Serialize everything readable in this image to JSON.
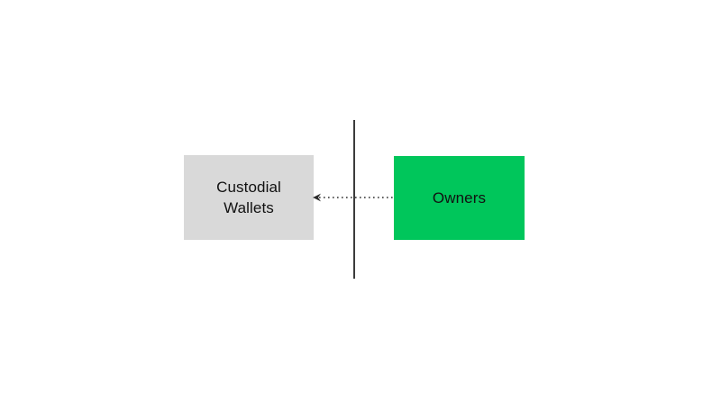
{
  "page": {
    "background": "#FFFFFF"
  },
  "diagram": {
    "nodes": [
      {
        "id": "custodial-wallets",
        "label": "Custodial Wallets",
        "fill": "#D9D9D9",
        "text_color": "#111111"
      },
      {
        "id": "owners",
        "label": "Owners",
        "fill": "#00C65B",
        "text_color": "#111111"
      }
    ],
    "connector": {
      "type": "dotted-arrow",
      "from": "owners",
      "to": "custodial-wallets",
      "direction": "left",
      "color": "#2B2B2B"
    },
    "divider": {
      "type": "vertical-line",
      "color": "#3B3B3B"
    }
  }
}
